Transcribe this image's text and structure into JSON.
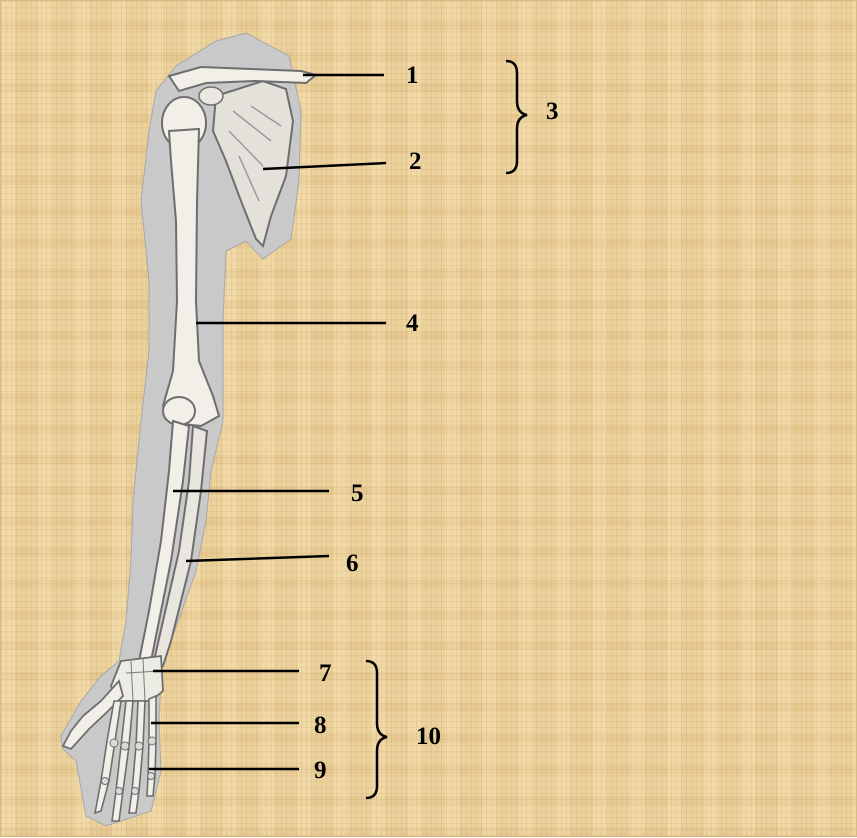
{
  "diagram": {
    "labels": [
      {
        "id": "1",
        "text": "1"
      },
      {
        "id": "2",
        "text": "2"
      },
      {
        "id": "3",
        "text": "3"
      },
      {
        "id": "4",
        "text": "4"
      },
      {
        "id": "5",
        "text": "5"
      },
      {
        "id": "6",
        "text": "6"
      },
      {
        "id": "7",
        "text": "7"
      },
      {
        "id": "8",
        "text": "8"
      },
      {
        "id": "9",
        "text": "9"
      },
      {
        "id": "10",
        "text": "10"
      }
    ]
  },
  "colors": {
    "background": "#ecd29c",
    "silhouette": "#c9c9c9",
    "bone": "#f1efe8",
    "bone_shadow": "#8f8f8f",
    "leader_line": "#000000"
  }
}
